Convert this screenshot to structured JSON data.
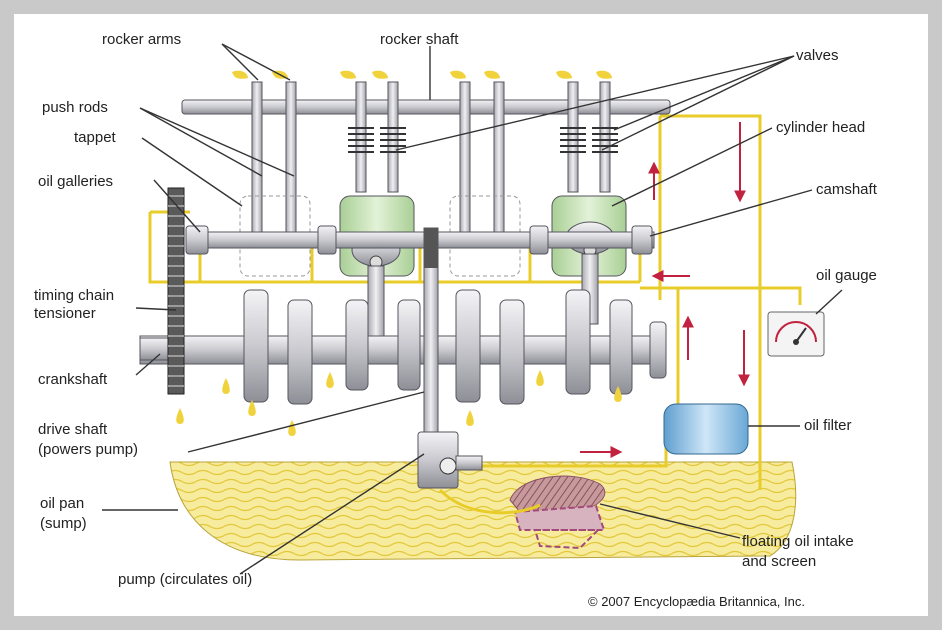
{
  "labels": {
    "rocker_arms": "rocker arms",
    "rocker_shaft": "rocker shaft",
    "valves": "valves",
    "push_rods": "push rods",
    "tappet": "tappet",
    "cylinder_head": "cylinder head",
    "oil_galleries": "oil galleries",
    "camshaft": "camshaft",
    "oil_gauge": "oil gauge",
    "timing_chain_1": "timing chain",
    "timing_chain_2": "tensioner",
    "crankshaft": "crankshaft",
    "drive_shaft_1": "drive shaft",
    "drive_shaft_2": "(powers pump)",
    "oil_filter": "oil filter",
    "oil_pan_1": "oil pan",
    "oil_pan_2": "(sump)",
    "floating_1": "floating oil intake",
    "floating_2": "and screen",
    "pump": "pump (circulates oil)"
  },
  "copyright": "© 2007 Encyclopædia Britannica, Inc.",
  "colors": {
    "oil": "#f3df57",
    "oil_line": "#e8cc2a",
    "arrow": "#c0223f",
    "metal": "#dcdce0",
    "metal_edge": "#55555d",
    "piston": "#c9e4b7",
    "filter": "#8fc0e4"
  }
}
